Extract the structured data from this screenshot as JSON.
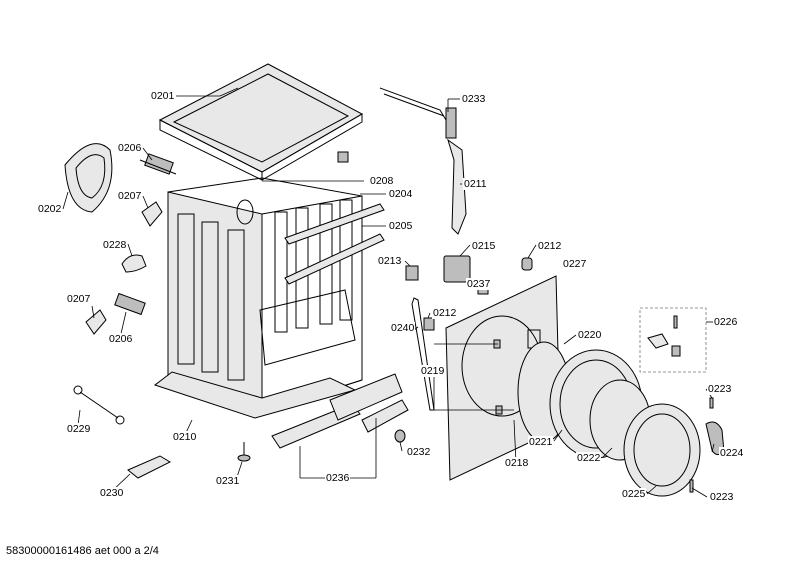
{
  "labels": {
    "l0201": "0201",
    "l0202": "0202",
    "l0204": "0204",
    "l0205": "0205",
    "l0206a": "0206",
    "l0206b": "0206",
    "l0207a": "0207",
    "l0207b": "0207",
    "l0208": "0208",
    "l0210": "0210",
    "l0211": "0211",
    "l0212a": "0212",
    "l0212b": "0212",
    "l0213": "0213",
    "l0215": "0215",
    "l0218": "0218",
    "l0219": "0219",
    "l0220": "0220",
    "l0221": "0221",
    "l0222": "0222",
    "l0223a": "0223",
    "l0223b": "0223",
    "l0224": "0224",
    "l0225": "0225",
    "l0226": "0226",
    "l0227": "0227",
    "l0228": "0228",
    "l0229": "0229",
    "l0230": "0230",
    "l0231": "0231",
    "l0232": "0232",
    "l0233": "0233",
    "l0236": "0236",
    "l0237": "0237",
    "l0240": "0240"
  },
  "footer": "58300000161486 aet 000 a 2/4"
}
